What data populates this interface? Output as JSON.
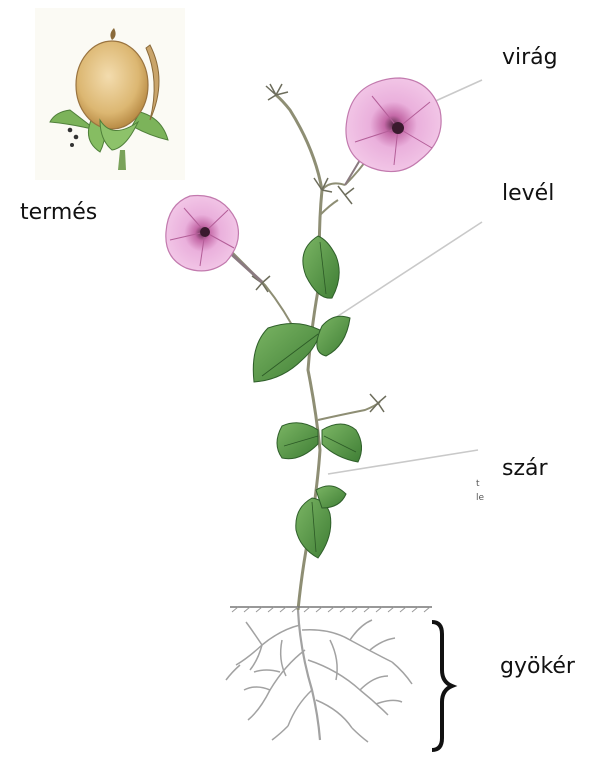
{
  "labels": {
    "flower": "virág",
    "leaf": "levél",
    "fruit": "termés",
    "stem": "szár",
    "root": "gyökér"
  },
  "colors": {
    "flower_pink": "#e8a8d8",
    "flower_dark": "#a8508c",
    "leaf_green": "#5a9a4a",
    "leaf_dark": "#2f6a2a",
    "stem": "#8c8c72",
    "root": "#9a9a9a",
    "fruit_tan": "#e2c487",
    "soil_line": "#7a7a7a",
    "pointer_line": "#c8c8c8",
    "bracket": "#111111"
  }
}
